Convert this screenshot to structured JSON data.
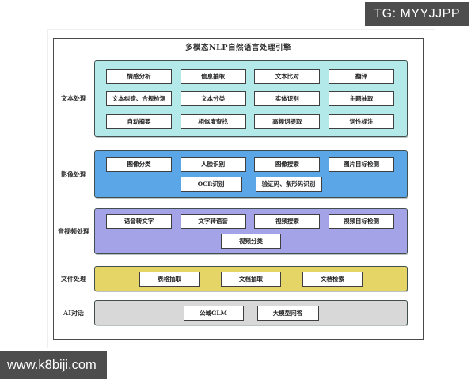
{
  "watermarks": {
    "top_right": "TG: MYYJJPP",
    "bottom_left": "www.k8biji.com",
    "bg_color": "#4d4d4d"
  },
  "diagram": {
    "title": "多模态NLP自然语言处理引擎",
    "sections": [
      {
        "label": "文本处理",
        "color": "#b4e9e9",
        "rows": [
          [
            "情感分析",
            "信息抽取",
            "文本比对",
            "翻译"
          ],
          [
            "文本纠错、合规检测",
            "文本分类",
            "实体识别",
            "主题抽取"
          ],
          [
            "自动摘要",
            "相似度查找",
            "高频词提取",
            "词性标注"
          ]
        ]
      },
      {
        "label": "影像处理",
        "color": "#5ba6e6",
        "rows": [
          [
            "图像分类",
            "人脸识别",
            "图像搜索",
            "图片目标检测"
          ],
          [
            "OCR识别",
            "验证码、条形码识别"
          ]
        ]
      },
      {
        "label": "音视频处理",
        "color": "#a5a3e8",
        "rows": [
          [
            "语音转文字",
            "文字转语音",
            "视频搜索",
            "视频目标检测"
          ],
          [
            "视频分类"
          ]
        ]
      },
      {
        "label": "文件处理",
        "color": "#e5d466",
        "rows": [
          [
            "表格抽取",
            "文档抽取",
            "文档检索"
          ]
        ]
      },
      {
        "label": "AI对话",
        "color": "#d8d8d8",
        "rows": [
          [
            "公域GLM",
            "大模型问答"
          ]
        ]
      }
    ]
  }
}
